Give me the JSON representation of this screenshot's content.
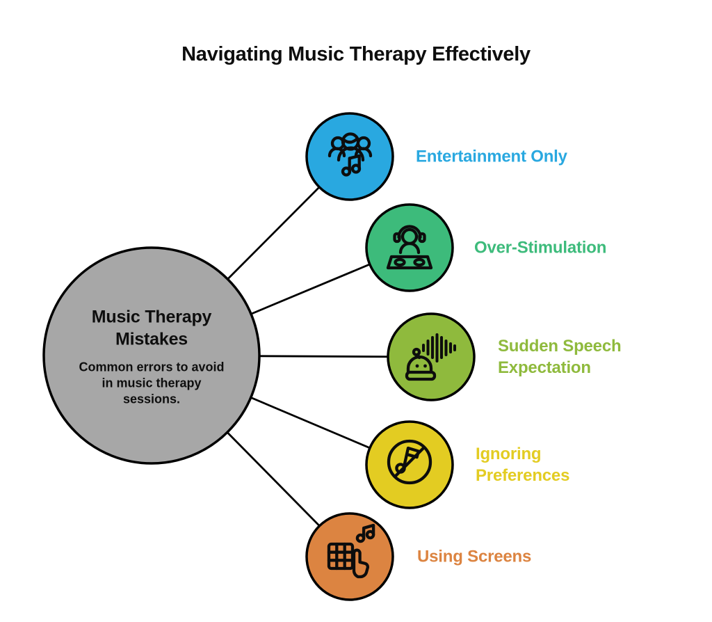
{
  "title": "Navigating Music Therapy Effectively",
  "center": {
    "title": "Music Therapy Mistakes",
    "description": "Common errors to avoid in music therapy sessions.",
    "fill": "#A7A7A7",
    "outline": "#000000"
  },
  "connector_color": "#000000",
  "nodes": [
    {
      "label": "Entertainment Only",
      "color": "#29A8E0",
      "icon": "group-music-icon"
    },
    {
      "label": "Over-Stimulation",
      "color": "#3DBB7B",
      "icon": "dj-mixer-icon"
    },
    {
      "label": "Sudden Speech Expectation",
      "color": "#8FBA3D",
      "icon": "robot-speech-waveform-icon"
    },
    {
      "label": "Ignoring Preferences",
      "color": "#E3CC22",
      "icon": "no-music-icon"
    },
    {
      "label": "Using Screens",
      "color": "#DC8441",
      "icon": "screen-touch-music-icon"
    }
  ]
}
